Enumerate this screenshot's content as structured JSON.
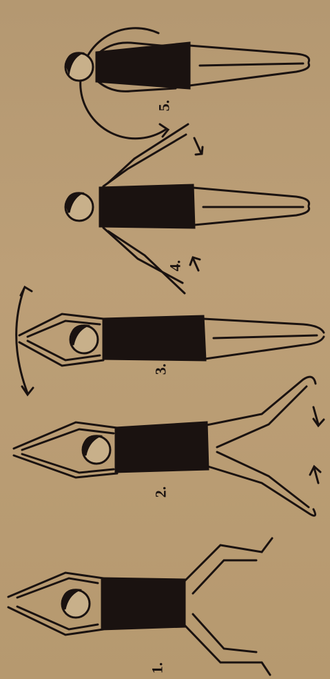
{
  "figures": [
    {
      "label": "1."
    },
    {
      "label": "2."
    },
    {
      "label": "3."
    },
    {
      "label": "4."
    },
    {
      "label": "5."
    }
  ],
  "colors": {
    "ink": "#1a1210",
    "paper": "#b89a72",
    "skin": "#c8b08a"
  }
}
